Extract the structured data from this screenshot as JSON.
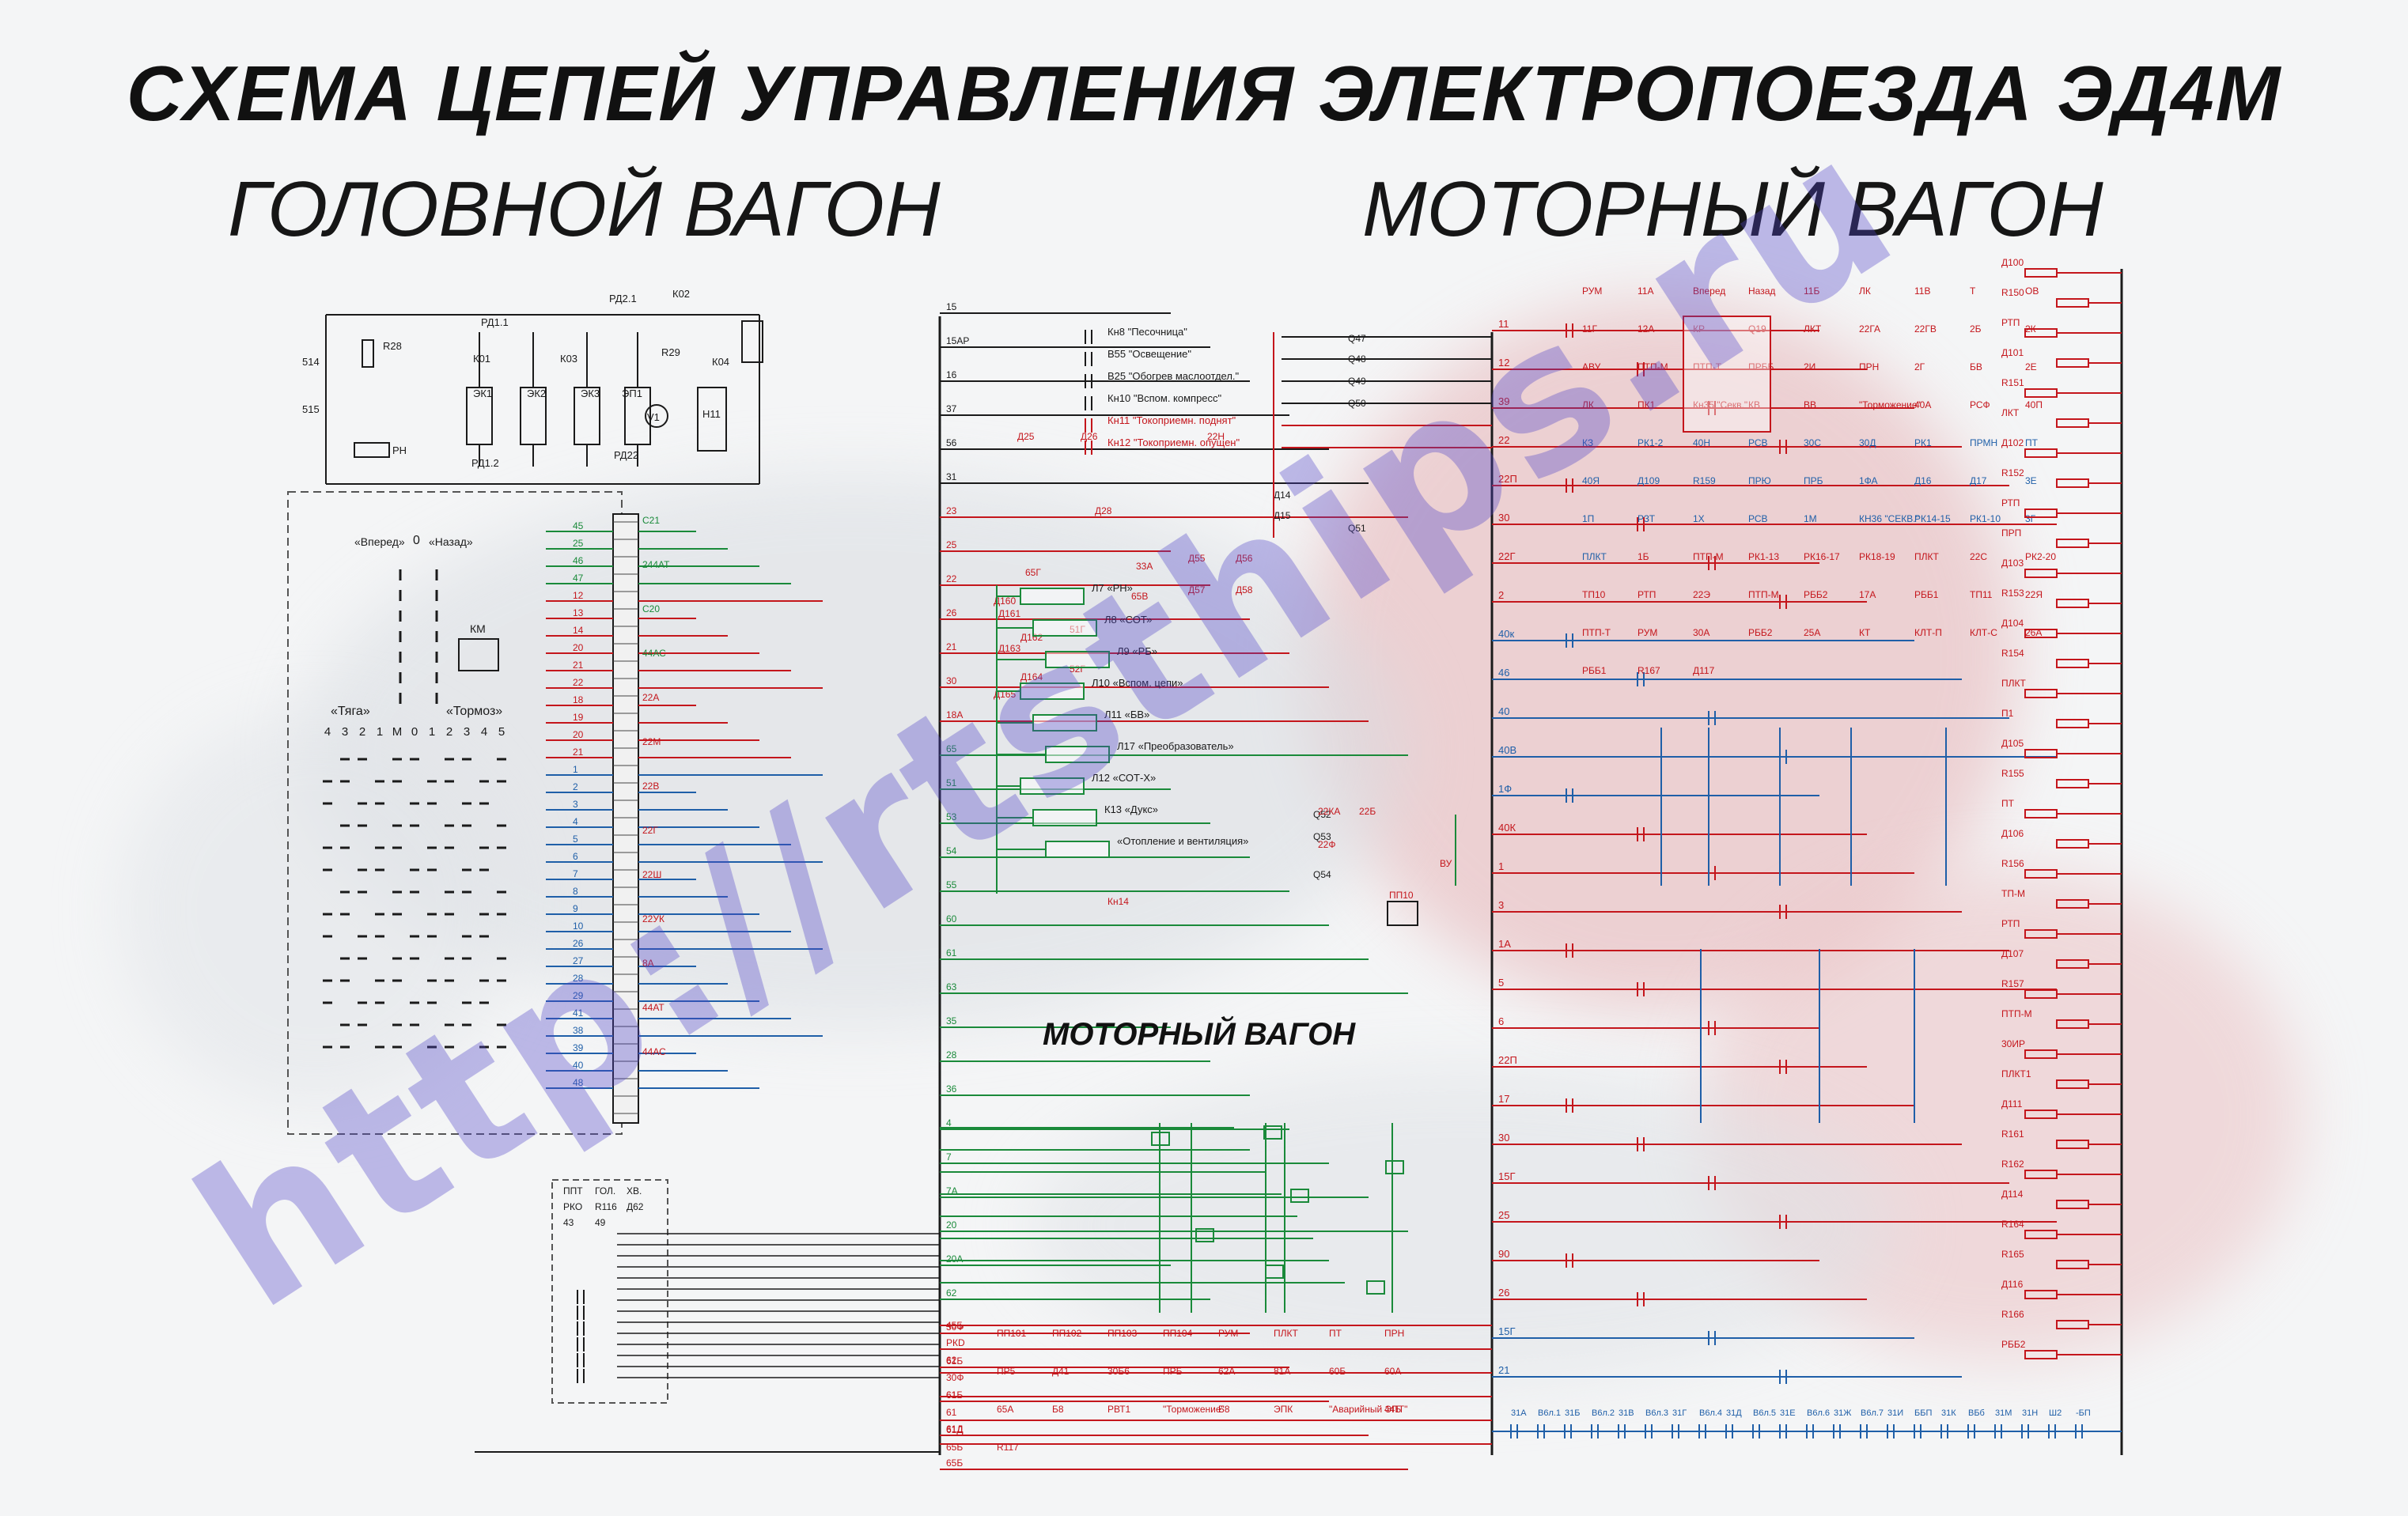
{
  "title": "СХЕМА ЦЕПЕЙ УПРАВЛЕНИЯ ЭЛЕКТРОПОЕЗДА ЭД4М",
  "subtitles": {
    "head_car": "ГОЛОВНОЙ ВАГОН",
    "motor_car": "МОТОРНЫЙ ВАГОН"
  },
  "middle_label": "МОТОРНЫЙ ВАГОН",
  "watermark": "http://rtsthips.ru",
  "controller": {
    "direction_labels": [
      "«Вперед»",
      "0",
      "«Назад»"
    ],
    "traction_label": "«Тяга»",
    "brake_label": "«Тормоз»",
    "positions": [
      "4",
      "3",
      "2",
      "1",
      "М",
      "0",
      "1",
      "2",
      "3",
      "4",
      "5"
    ],
    "km_label": "КМ"
  },
  "top_left_circuit": {
    "labels": [
      "514",
      "515",
      "R28",
      "РН",
      "РД1.1",
      "К01",
      "К03",
      "ЭК1",
      "ЭК2",
      "ЭК3",
      "ЭП1",
      "РД1.2",
      "РД2.1",
      "К02",
      "R29",
      "К04",
      "V1",
      "Н11",
      "РД22"
    ]
  },
  "left_wires": [
    "С21",
    "244АТ",
    "С20",
    "44АС",
    "22А",
    "22М",
    "22В",
    "22Г",
    "22Ш",
    "22УК",
    "8А",
    "44АТ",
    "44АС"
  ],
  "left_bus_numbers": [
    "45",
    "25",
    "46",
    "47",
    "12",
    "13",
    "14",
    "20",
    "21",
    "22",
    "18",
    "19",
    "20",
    "21",
    "1",
    "2",
    "3",
    "4",
    "5",
    "6",
    "7",
    "8",
    "9",
    "10",
    "26",
    "27",
    "28",
    "29",
    "41",
    "38",
    "39",
    "40",
    "48"
  ],
  "center_circuit": {
    "wires": [
      "15",
      "15АР",
      "16",
      "37",
      "56",
      "31",
      "23",
      "25",
      "22",
      "26",
      "21",
      "30",
      "18А",
      "65",
      "51",
      "53",
      "54",
      "55",
      "60",
      "61",
      "63",
      "35",
      "28",
      "36",
      "4",
      "7",
      "7А",
      "20",
      "20А",
      "62",
      "30Ф",
      "61Б",
      "61",
      "61Д",
      "65Б"
    ],
    "switches": [
      "Кн8 \"Песочница\"",
      "В55 \"Освещение\"",
      "В25 \"Обогрев маслоотдел.\"",
      "Кн10 \"Вспом. компресс\"",
      "Кн11 \"Токоприемн. поднят\"",
      "Кн12 \"Токоприемн. опущен\""
    ],
    "relays": [
      "Q47",
      "Q48",
      "Q49",
      "Q50",
      "Q51",
      "Q52",
      "Q53",
      "Q54",
      "Д14",
      "Д15",
      "Д25",
      "Д26",
      "Д28",
      "Д55",
      "Д56",
      "Д57",
      "Д58",
      "22Н",
      "33А",
      "65Г",
      "65В",
      "Д160",
      "Д161",
      "Д162",
      "Д163",
      "Д164",
      "Д165",
      "51Г",
      "52Г",
      "22КА",
      "22Б",
      "22Ф",
      "ВУ",
      "ПП10",
      "Кн14"
    ],
    "lamps": [
      "Л7 «РН»",
      "Л8 «СОТ»",
      "Л9 «РБ»",
      "Л10 «Вспом. цепи»",
      "Л11 «БВ»",
      "Л17 «Преобразователь»",
      "Л12 «СОТ-Х»",
      "К13 «Дукс»",
      "«Отопление и вентиляция»"
    ]
  },
  "right_circuit": {
    "wires": [
      "11",
      "12",
      "39",
      "22",
      "22П",
      "30",
      "22Г",
      "2",
      "40к",
      "46",
      "40",
      "40В",
      "1Ф",
      "40К",
      "1",
      "3",
      "1А",
      "5",
      "6",
      "22П",
      "17",
      "30",
      "15Г",
      "25",
      "90",
      "26",
      "15Г",
      "21"
    ],
    "labels": [
      "РУМ",
      "11А",
      "Вперед",
      "Назад",
      "11Б",
      "ЛК",
      "11В",
      "Т",
      "ОВ",
      "11Г",
      "12А",
      "КР",
      "Q19",
      "ЛКТ",
      "22ГА",
      "22ГВ",
      "2Б",
      "2К",
      "АВУ",
      "ПТП-М",
      "ПТП-Т",
      "ПРББ",
      "2И",
      "ПРН",
      "2Г",
      "БВ",
      "2Е",
      "ЛК",
      "ПК1",
      "Кн35 \"Секв.\"",
      "КВ",
      "ВВ",
      "\"Торможение\"",
      "40А",
      "РСФ",
      "40П",
      "КЗ",
      "РК1-2",
      "40Н",
      "РСВ",
      "30С",
      "30Д",
      "РК1",
      "ПРМН",
      "ПТ",
      "40Я",
      "Д109",
      "R159",
      "ПРЮ",
      "ПРБ",
      "1ФА",
      "Д16",
      "Д17",
      "3Е",
      "1П",
      "РЗТ",
      "1Х",
      "РСВ",
      "1М",
      "КН36 \"СЕКВ.\"",
      "РК14-15",
      "РК1-10",
      "3Г",
      "ПЛКТ",
      "1Б",
      "ПТП-М",
      "РК1-13",
      "РК16-17",
      "РК18-19",
      "ПЛКТ",
      "22С",
      "РК2-20",
      "ТП10",
      "РТП",
      "22Э",
      "ПТП-М",
      "РББ2",
      "17А",
      "РББ1",
      "ТП11",
      "22Я",
      "ПТП-Т",
      "РУМ",
      "30А",
      "РББ2",
      "25А",
      "КТ",
      "КЛТ-П",
      "КЛТ-С",
      "26А",
      "РББ1",
      "R167",
      "Д117"
    ],
    "resistors_diodes": [
      "Д100",
      "R150",
      "РТП",
      "Д101",
      "R151",
      "ЛКТ",
      "Д102",
      "R152",
      "РТП",
      "ПРП",
      "Д103",
      "R153",
      "Д104",
      "R154",
      "ПЛКТ",
      "П1",
      "Д105",
      "R155",
      "ПТ",
      "Д106",
      "R156",
      "ТП-М",
      "РТП",
      "Д107",
      "R157",
      "ПТП-М",
      "30ИР",
      "ПЛКТ1",
      "Д111",
      "R161",
      "R162",
      "Д114",
      "R164",
      "R165",
      "Д116",
      "R166",
      "РББ2"
    ],
    "bottom_row": [
      "31А",
      "В6л.1",
      "31Б",
      "В6л.2",
      "31В",
      "В6л.3",
      "31Г",
      "В6л.4",
      "31Д",
      "В6л.5",
      "31Е",
      "В6л.6",
      "31Ж",
      "В6л.7",
      "31И",
      "ББП",
      "31К",
      "ВБб",
      "31М",
      "31Н",
      "Ш2",
      "-БП"
    ]
  },
  "bottom_left": {
    "labels": [
      "ППТ",
      "ГОЛ.",
      "ХВ.",
      "РКО",
      "R116",
      "Д62",
      "43",
      "49",
      "45Б",
      "РКD",
      "62",
      "30Ф",
      "61Б",
      "61",
      "61Д",
      "65Б",
      "ПП101",
      "ПП102",
      "ПП103",
      "ПП104",
      "РУМ",
      "ПЛКТ",
      "ПТ",
      "ПРН",
      "ПР5",
      "Д41",
      "30Б6",
      "ПРБ",
      "62А",
      "81А",
      "60Б",
      "60А",
      "65А",
      "Б8",
      "РВТ1",
      "\"Торможение\"",
      "Б8",
      "ЭПК",
      "\"Аварийный ЭПТ\"",
      "44Б",
      "R117"
    ]
  },
  "colors": {
    "black": "#1a1a1a",
    "red": "#c4161c",
    "blue": "#1f5fa8",
    "green": "#1a8a3a",
    "watermark": "#5a48c8"
  }
}
